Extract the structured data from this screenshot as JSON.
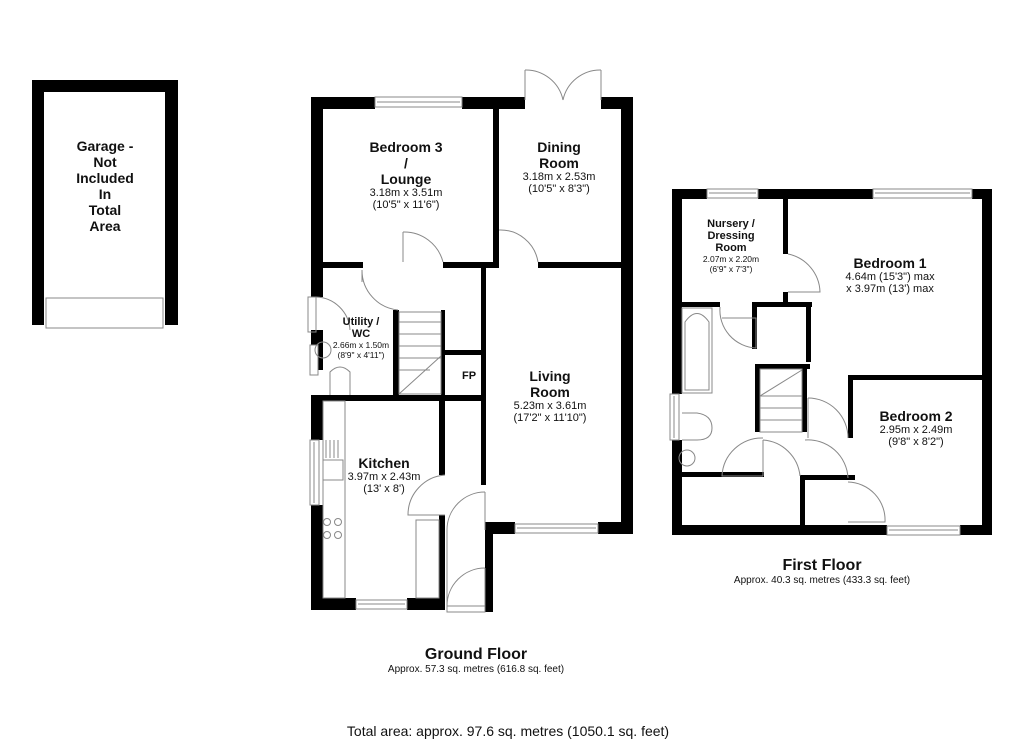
{
  "garage": {
    "label": "Garage -\nNot\nIncluded\nIn\nTotal\nArea"
  },
  "ground_floor": {
    "title": "Ground Floor",
    "area": "Approx. 57.3 sq. metres (616.8 sq. feet)",
    "rooms": [
      {
        "name": "Bedroom 3\n/\nLounge",
        "line1": "Bedroom 3",
        "line2": "/",
        "line3": "Lounge",
        "dim_m": "3.18m x 3.51m",
        "dim_ft": "(10'5\" x 11'6\")"
      },
      {
        "name": "Dining Room",
        "line1": "Dining",
        "line2": "Room",
        "dim_m": "3.18m x 2.53m",
        "dim_ft": "(10'5\" x 8'3\")"
      },
      {
        "name": "Utility / WC",
        "line1": "Utility /",
        "line2": "WC",
        "dim_m": "2.66m x 1.50m",
        "dim_ft": "(8'9\" x 4'11\")"
      },
      {
        "name": "FP",
        "line1": "FP"
      },
      {
        "name": "Living Room",
        "line1": "Living",
        "line2": "Room",
        "dim_m": "5.23m x 3.61m",
        "dim_ft": "(17'2\" x 11'10\")"
      },
      {
        "name": "Kitchen",
        "line1": "Kitchen",
        "dim_m": "3.97m x 2.43m",
        "dim_ft": "(13' x 8')"
      }
    ]
  },
  "first_floor": {
    "title": "First Floor",
    "area": "Approx. 40.3 sq. metres (433.3 sq. feet)",
    "rooms": [
      {
        "name": "Nursery / Dressing Room",
        "line1": "Nursery /",
        "line2": "Dressing",
        "line3": "Room",
        "dim_m": "2.07m x 2.20m",
        "dim_ft": "(6'9\" x 7'3\")"
      },
      {
        "name": "Bedroom 1",
        "line1": "Bedroom 1",
        "dim_m": "4.64m (15'3\") max",
        "dim_ft": "x 3.97m (13') max"
      },
      {
        "name": "Bedroom 2",
        "line1": "Bedroom 2",
        "dim_m": "2.95m x 2.49m",
        "dim_ft": "(9'8\" x 8'2\")"
      }
    ]
  },
  "total": {
    "label": "Total area: approx. 97.6 sq. metres (1050.1 sq. feet)"
  },
  "colors": {
    "wall": "#000000",
    "fixture": "#888888",
    "background": "#ffffff"
  }
}
